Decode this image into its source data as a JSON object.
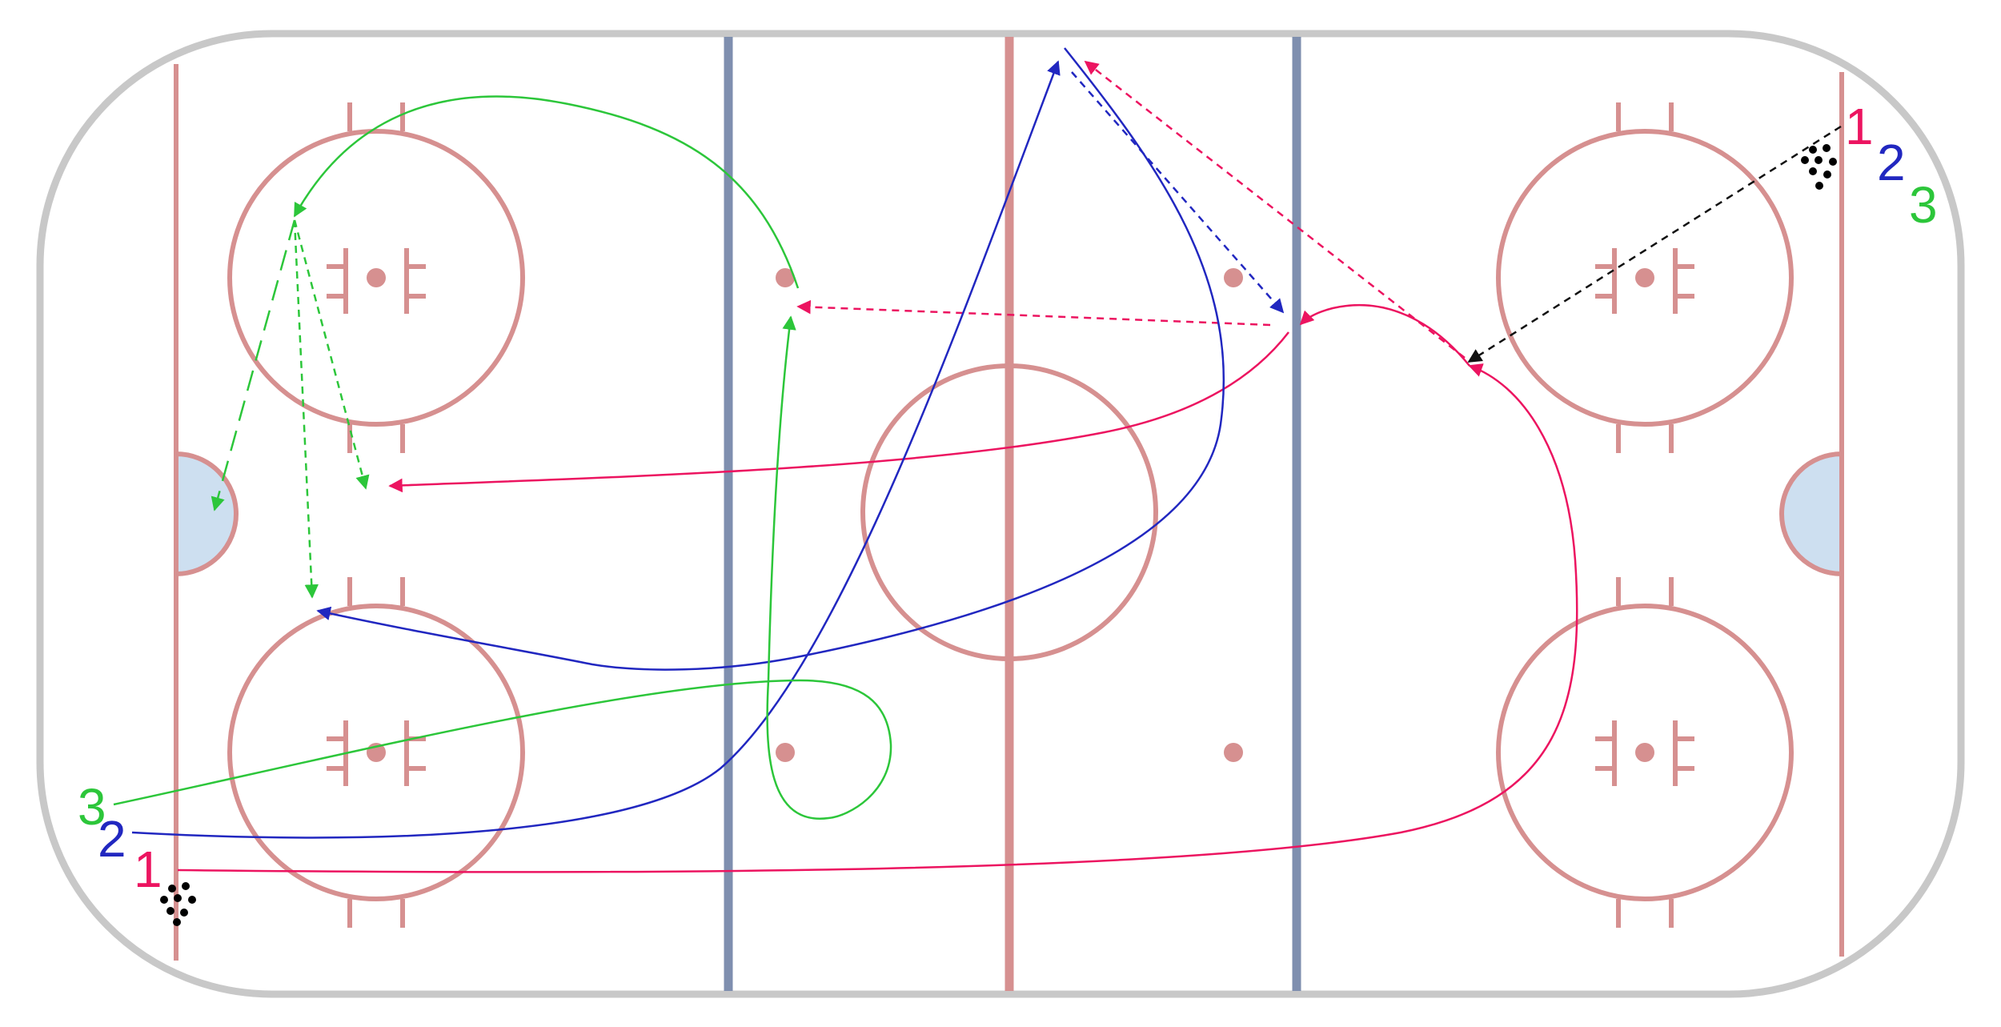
{
  "rink": {
    "board_color": "#c8c8c8",
    "line_color": "#d69090",
    "blue_line_color": "#7f8faf",
    "crease_fill": "#cddff0"
  },
  "colors": {
    "player_1": "#ec1460",
    "player_2": "#2127c0",
    "player_3": "#2cc63a",
    "pass_black": "#111111",
    "puck": "#000000"
  },
  "labels": {
    "left": {
      "p1": "1",
      "p2": "2",
      "p3": "3"
    },
    "right": {
      "p1": "1",
      "p2": "2",
      "p3": "3"
    }
  }
}
